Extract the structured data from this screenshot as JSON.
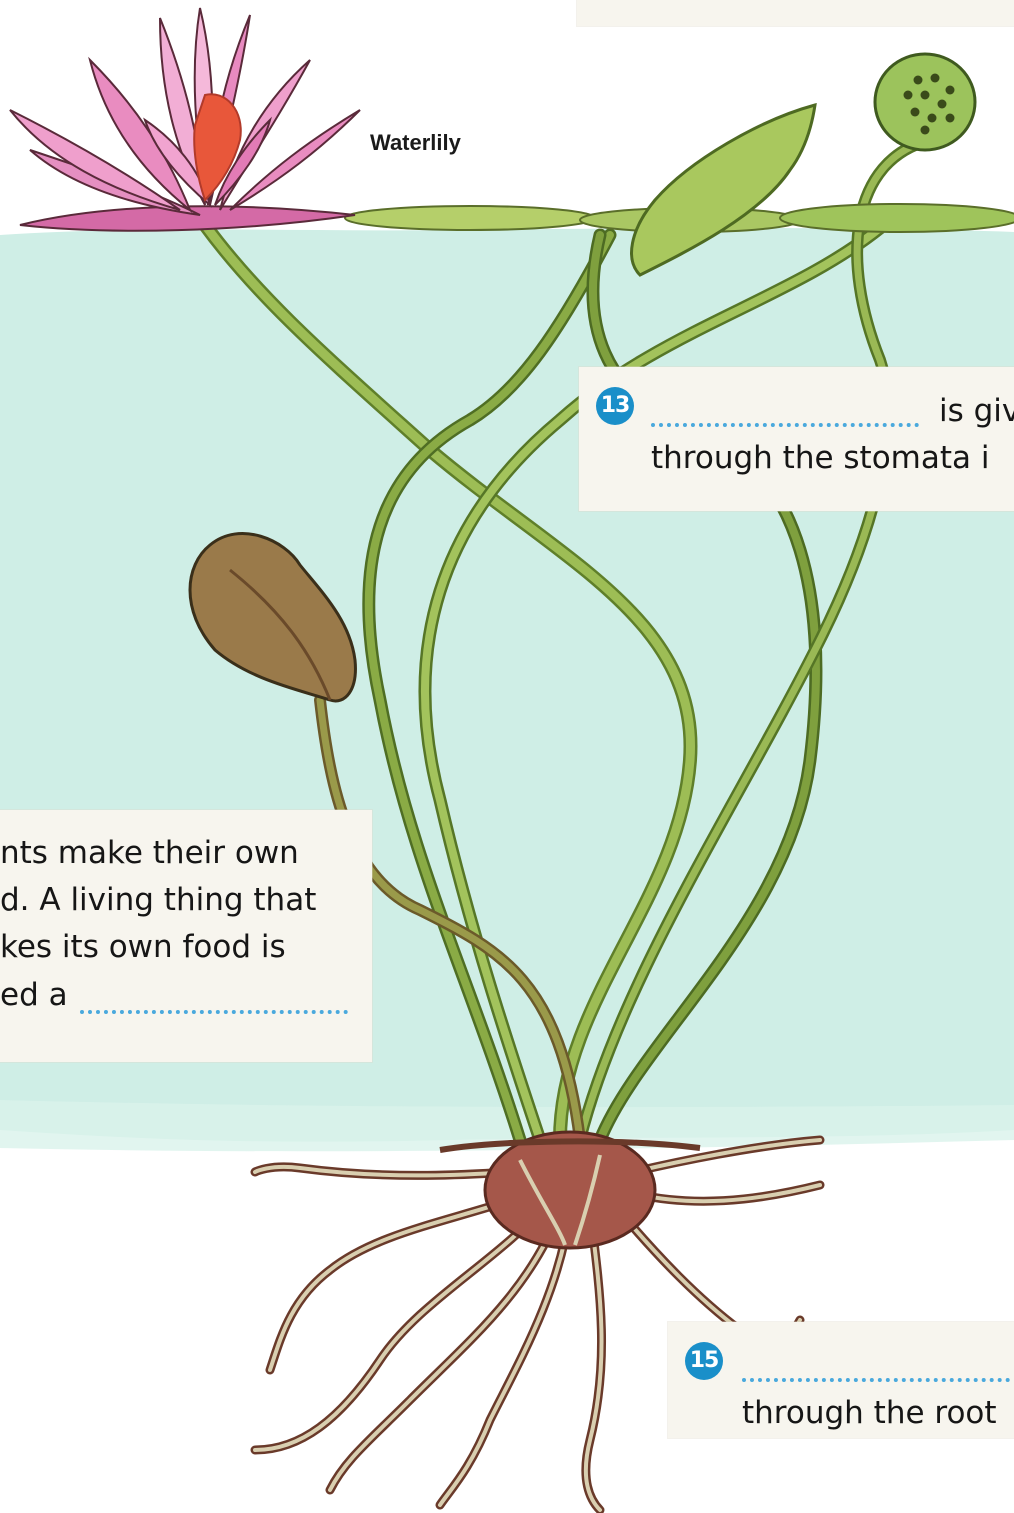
{
  "plant_label": "Waterlily",
  "q13": {
    "number": "13",
    "text_after": "is giv",
    "line2": "through the stomata i"
  },
  "q14": {
    "line1": "nts make their own",
    "line2": "d. A living thing that",
    "line3": "kes its own food is",
    "line4": "ed a"
  },
  "q15": {
    "number": "15",
    "line2": "through the root"
  },
  "colors": {
    "water": "#cfeee6",
    "card": "#f7f5ee",
    "badge": "#1a8fc9",
    "blank_dots": "#4aa9dd",
    "petal": "#e07ab4",
    "leaf": "#b5cf6a",
    "stem": "#8fb04a",
    "root": "#8a4a3a"
  }
}
